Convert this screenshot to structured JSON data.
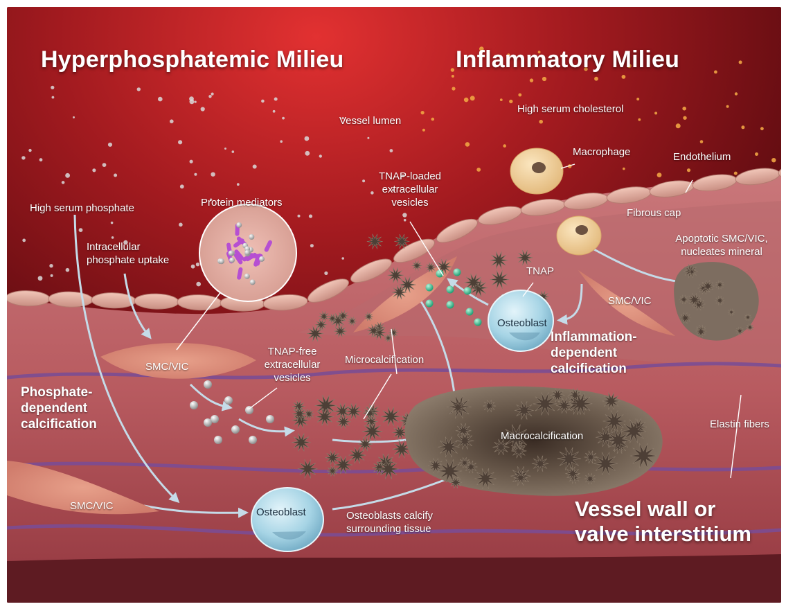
{
  "headers": {
    "left": "Hyperphosphatemic Milieu",
    "right": "Inflammatory Milieu"
  },
  "labels": {
    "vessel_lumen": "Vessel lumen",
    "high_serum_cholesterol": "High serum cholesterol",
    "macrophage": "Macrophage",
    "endothelium": "Endothelium",
    "high_serum_phosphate": "High serum phosphate",
    "protein_mediators": "Protein mediators",
    "tnap_loaded_vesicles": [
      "TNAP-loaded",
      "extracellular",
      "vesicles"
    ],
    "fibrous_cap": "Fibrous cap",
    "apoptotic_smc": [
      "Apoptotic SMC/VIC,",
      "nucleates mineral"
    ],
    "intracellular_uptake": [
      "Intracellular",
      "phosphate uptake"
    ],
    "tnap": "TNAP",
    "osteoblast_upper": "Osteoblast",
    "smc_vic_right": "SMC/VIC",
    "smc_vic_upper_left": "SMC/VIC",
    "smc_vic_lower_left": "SMC/VIC",
    "tnap_free_vesicles": [
      "TNAP-free",
      "extracellular",
      "vesicles"
    ],
    "microcalcification": "Microcalcification",
    "macrocalcification": "Macrocalcification",
    "elastin_fibers": "Elastin fibers",
    "osteoblast_lower": "Osteoblast",
    "osteoblasts_calcify": [
      "Osteoblasts calcify",
      "surrounding tissue"
    ]
  },
  "pathways": {
    "phosphate_dependent": [
      "Phosphate-",
      "dependent",
      "calcification"
    ],
    "inflammation_dependent": [
      "Inflammation-",
      "dependent",
      "calcification"
    ]
  },
  "region_title": [
    "Vessel wall or",
    "valve interstitium"
  ],
  "colors": {
    "lumen_bright": "#d42a2a",
    "lumen_dark": "#5a0a0f",
    "tissue": "#c76a6c",
    "endothelium": "#e8b3a5",
    "elastin": "#7b4c93",
    "arrow": "#c5dbe8",
    "osteoblast": "#a9d6e6",
    "tnap_vesicle": "#2cc58f",
    "calcification": "#5a4a40",
    "protein_purple": "#b64fd2"
  }
}
